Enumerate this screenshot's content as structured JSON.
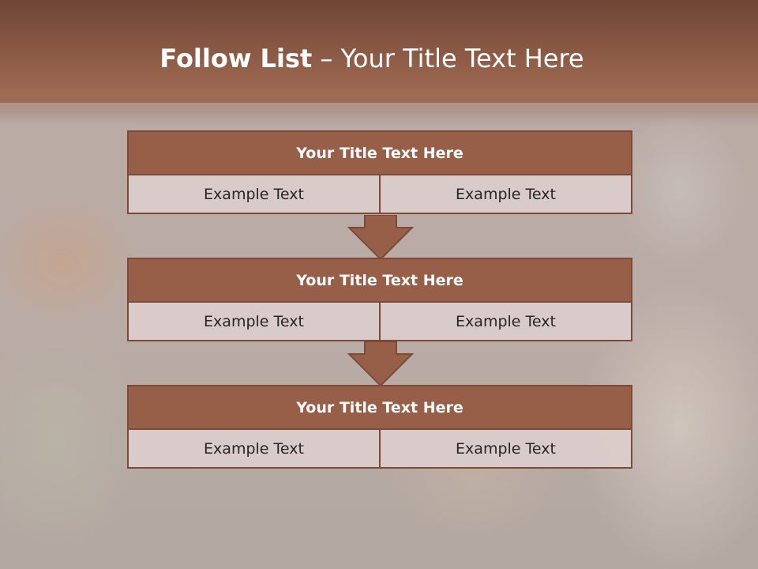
{
  "slide": {
    "title_bold": "Follow List",
    "title_rest": " – Your Title Text Here"
  },
  "blocks": [
    {
      "title": "Your Title Text Here",
      "left": "Example Text",
      "right": "Example Text"
    },
    {
      "title": "Your Title Text Here",
      "left": "Example Text",
      "right": "Example Text"
    },
    {
      "title": "Your Title Text Here",
      "left": "Example Text",
      "right": "Example Text"
    }
  ],
  "colors": {
    "header": "#8b5a45",
    "box_fill": "#975e48",
    "box_border": "#7b4a38",
    "cell_fill": "#dacdcb"
  },
  "icons": [
    "down-arrow-icon",
    "down-arrow-icon"
  ]
}
